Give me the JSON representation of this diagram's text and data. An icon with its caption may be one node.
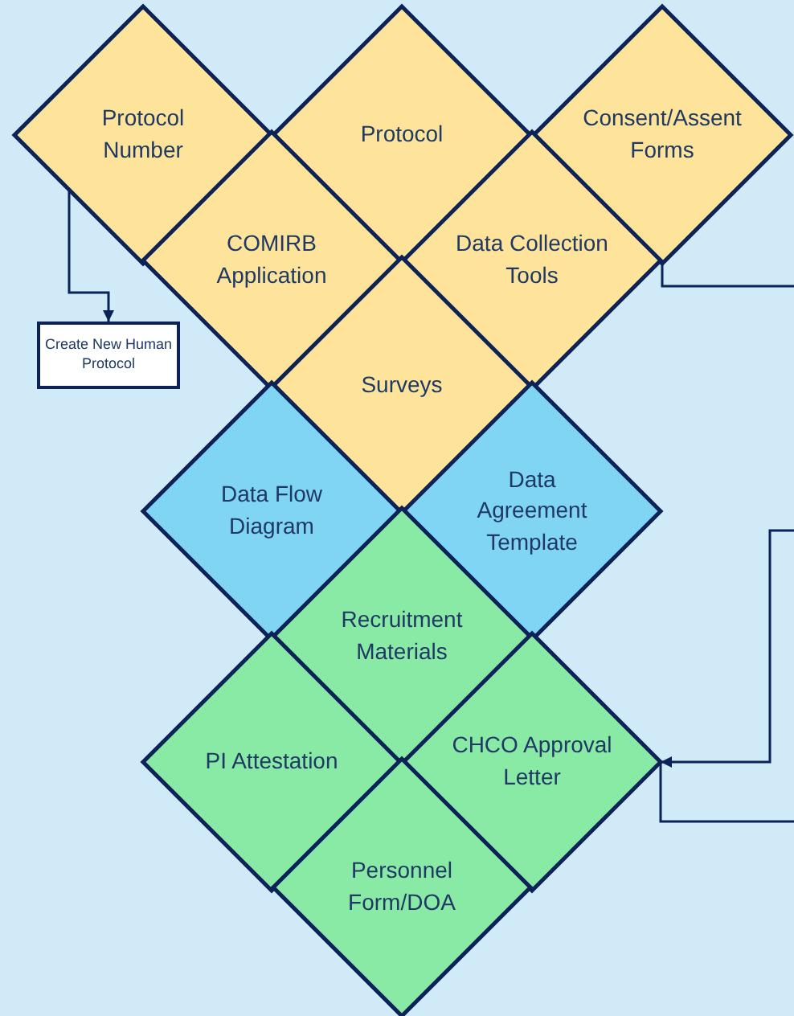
{
  "diagram": {
    "nodes": [
      {
        "text": [
          "Protocol Number"
        ]
      },
      {
        "text": [
          "Protocol"
        ]
      },
      {
        "text": [
          "Consent/Assent Forms"
        ]
      },
      {
        "text": [
          "COMIRB Application"
        ]
      },
      {
        "text": [
          "Data Collection Tools"
        ]
      },
      {
        "text": [
          "Create New Human Protocol"
        ]
      },
      {
        "text": [
          "Surveys"
        ]
      },
      {
        "text": [
          "Data Flow Diagram"
        ]
      },
      {
        "text": [
          "Data Agreement Template"
        ]
      },
      {
        "text": [
          "Recruitment Materials"
        ]
      },
      {
        "text": [
          "PI Attestation"
        ]
      },
      {
        "text": [
          "CHCO Approval Letter"
        ]
      },
      {
        "text": [
          "Personnel Form/DOA"
        ]
      }
    ],
    "edges": [
      {
        "from": 0,
        "to": 5,
        "arrow": "to"
      },
      {
        "from": 2,
        "to": null,
        "arrow": "none"
      },
      {
        "from": null,
        "to": 11,
        "arrow": "to"
      },
      {
        "from": 11,
        "to": null,
        "arrow": "none"
      }
    ]
  }
}
